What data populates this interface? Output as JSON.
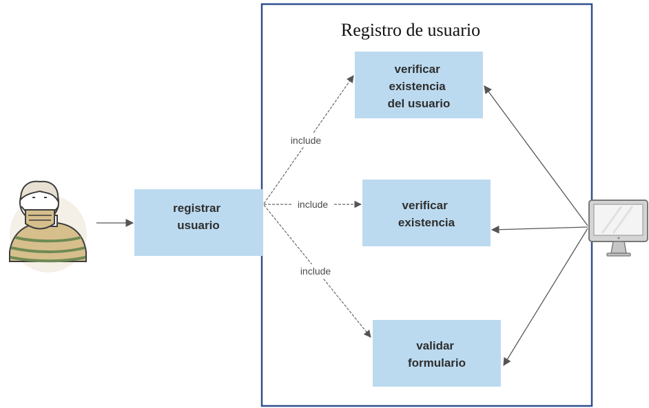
{
  "system": {
    "title": "Registro de usuario"
  },
  "use_cases": {
    "registrar": [
      "registrar",
      "usuario"
    ],
    "verificar_usuario": [
      "verificar",
      "existencia",
      "del usuario"
    ],
    "verificar": [
      "verificar",
      "existencia"
    ],
    "validar": [
      "validar",
      "formulario"
    ]
  },
  "relations": {
    "include_top": "include",
    "include_middle": "include",
    "include_bottom": "include"
  },
  "actors": {
    "user_icon": "person-with-mask-icon",
    "system_icon": "computer-monitor-icon"
  },
  "colors": {
    "use_case_fill": "#bcdaef",
    "boundary": "#2e4f8f",
    "edge": "#555555",
    "actor_shirt": "#d6bf8c",
    "actor_stripe": "#6f8a54"
  }
}
